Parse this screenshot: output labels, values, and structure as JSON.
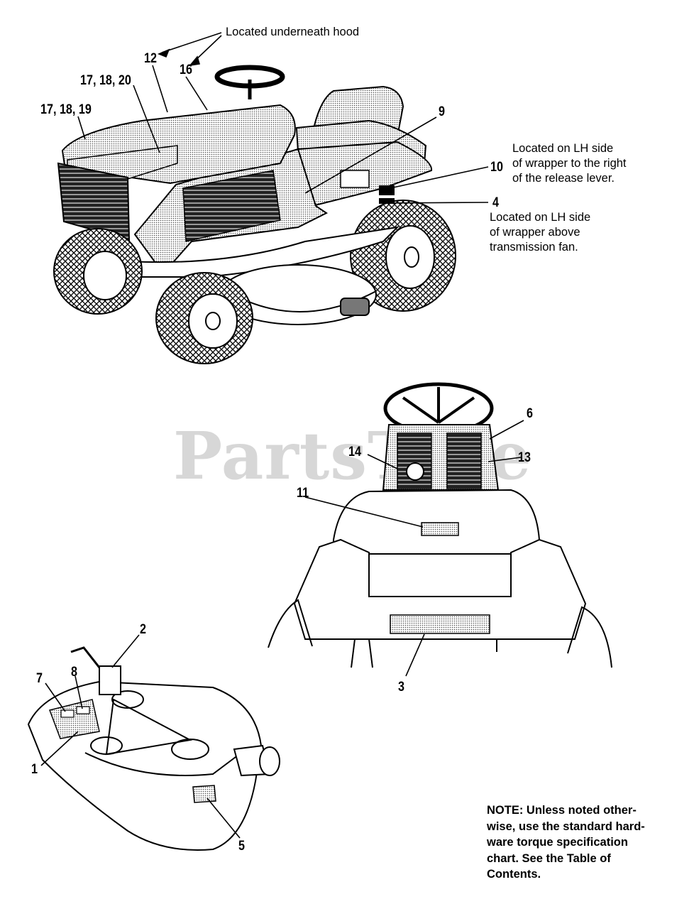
{
  "watermark": "PartsTree",
  "callouts": {
    "hood_note": "Located underneath hood",
    "c12": "12",
    "c16": "16",
    "c17_18_20": "17, 18, 20",
    "c17_18_19": "17, 18, 19",
    "c9": "9",
    "c10": "10",
    "c10_note": [
      "Located on LH side",
      "of wrapper to the right",
      "of the release lever."
    ],
    "c4": "4",
    "c4_note": [
      "Located on LH side",
      "of wrapper above",
      "transmission fan."
    ],
    "c6": "6",
    "c14": "14",
    "c13": "13",
    "c11": "11",
    "c3": "3",
    "c2": "2",
    "c7": "7",
    "c8": "8",
    "c1": "1",
    "c5": "5"
  },
  "note": [
    "NOTE: Unless noted other-",
    "wise, use the standard hard-",
    "ware torque specification",
    "chart. See the Table of",
    "Contents."
  ]
}
